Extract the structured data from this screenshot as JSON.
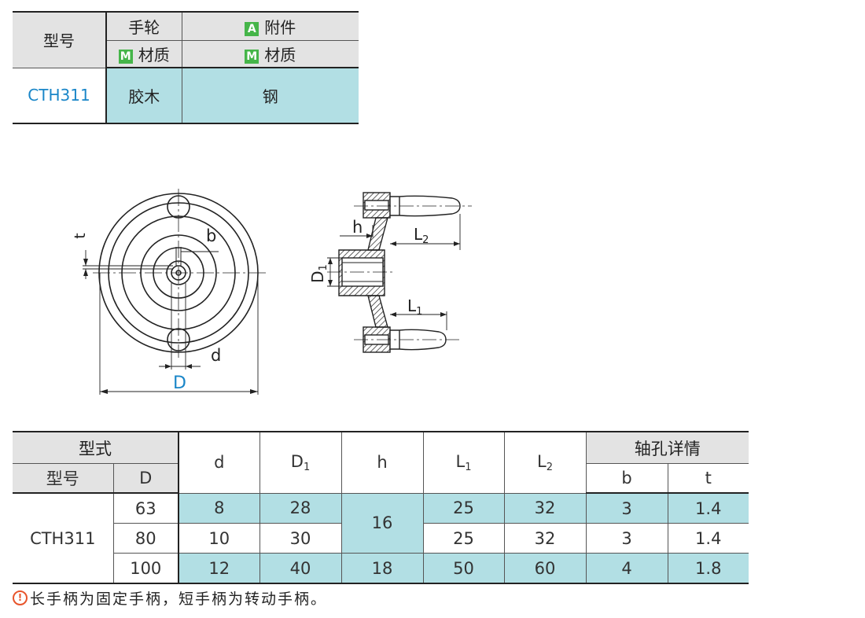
{
  "material_table": {
    "header_model": "型号",
    "header_handwheel": "手轮",
    "header_accessory_tag": "A",
    "header_accessory": "附件",
    "material_tag": "M",
    "material_label": "材质",
    "rows": [
      {
        "model": "CTH311",
        "handwheel_material": "胶木",
        "accessory_material": "钢"
      }
    ],
    "colors": {
      "header_bg": "#e3e3e3",
      "cell_bg": "#b2dfe4",
      "tag_bg": "#45b549",
      "model_text": "#1a86c8"
    }
  },
  "drawing": {
    "labels": {
      "t": "t",
      "b": "b",
      "d": "d",
      "D": "D",
      "h": "h",
      "D1": "D",
      "D1_sub": "1",
      "L1": "L",
      "L1_sub": "1",
      "L2": "L",
      "L2_sub": "2"
    },
    "colors": {
      "line": "#222222",
      "dimension_D": "#1a86c8"
    }
  },
  "dimension_table": {
    "header_type": "型式",
    "header_model": "型号",
    "header_D": "D",
    "header_d": "d",
    "header_D1": "D",
    "header_D1_sub": "1",
    "header_h": "h",
    "header_L1": "L",
    "header_L1_sub": "1",
    "header_L2": "L",
    "header_L2_sub": "2",
    "header_shaft_hole": "轴孔详情",
    "header_b": "b",
    "header_t": "t",
    "model": "CTH311",
    "rows": [
      {
        "D": "63",
        "d": "8",
        "D1": "28",
        "L1": "25",
        "L2": "32",
        "b": "3",
        "t": "1.4"
      },
      {
        "D": "80",
        "d": "10",
        "D1": "30",
        "L1": "25",
        "L2": "32",
        "b": "3",
        "t": "1.4"
      },
      {
        "D": "100",
        "d": "12",
        "D1": "40",
        "h": "18",
        "L1": "50",
        "L2": "60",
        "b": "4",
        "t": "1.8"
      }
    ],
    "h_merged_rows_1_2": "16"
  },
  "note": {
    "icon": "exclamation-circle-icon",
    "text": "长手柄为固定手柄，短手柄为转动手柄。"
  }
}
